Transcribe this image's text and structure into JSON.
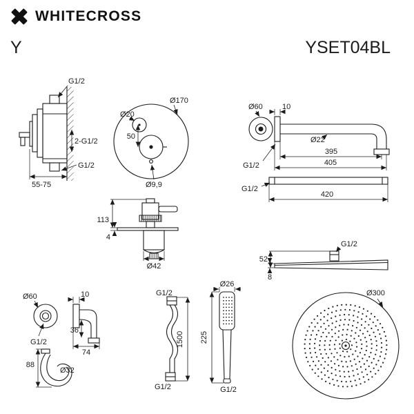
{
  "colors": {
    "ink": "#1b1b1b",
    "background": "#ffffff"
  },
  "header": {
    "logo_icon": "x-cross-icon",
    "brand": "WHITECROSS",
    "series": "Y",
    "model": "YSET04BL"
  },
  "diagrams": {
    "mixer_side": {
      "thread_top": "G1/2",
      "thread_pair": "2-G1/2",
      "thread_bottom": "G1/2",
      "depth_range": "55-75"
    },
    "trim_face": {
      "plate_diameter": "Ø170",
      "diverter_diameter": "Ø20",
      "center_offset": "50",
      "hole_diameter": "Ø9,9"
    },
    "arm": {
      "flange_diameter": "Ø60",
      "flange_depth": "10",
      "tube_diameter": "Ø22",
      "length_to_bend": "395",
      "length_overall": "405",
      "thread_wall": "G1/2",
      "thread_straight": "G1/2",
      "length_straight": "420"
    },
    "trim_side": {
      "height": "113",
      "plate_thickness": "4",
      "body_diameter": "Ø42"
    },
    "head_side": {
      "thread": "G1/2",
      "height": "52",
      "edge_thickness": "8"
    },
    "outlet": {
      "flange_diameter": "Ø60",
      "flange_depth": "10",
      "thread": "G1/2",
      "drop": "36",
      "reach": "74",
      "holder_height": "88",
      "holder_diameter": "Ø32"
    },
    "hose": {
      "thread_top": "G1/2",
      "length": "1500",
      "thread_bottom": "G1/2"
    },
    "handshower": {
      "head_diameter": "Ø26",
      "length": "225",
      "thread": "G1/2"
    },
    "head_top": {
      "diameter": "Ø300"
    }
  }
}
